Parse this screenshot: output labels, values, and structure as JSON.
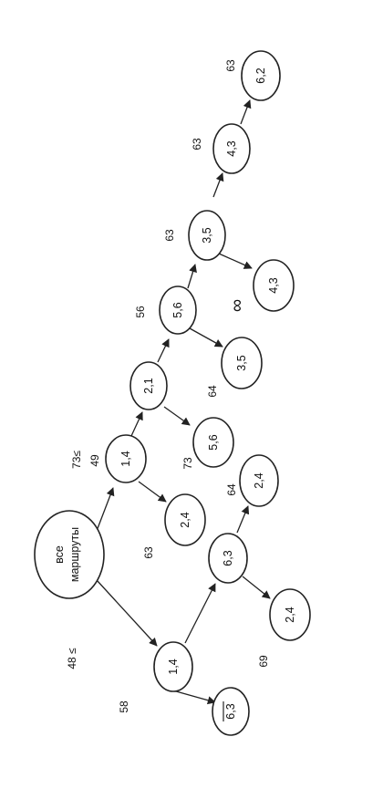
{
  "colors": {
    "ink": "#222222",
    "background": "#ffffff"
  },
  "nodes": {
    "root": {
      "line1": "все",
      "line2": "маршруты"
    },
    "n14a": "1,4",
    "n14b": "1,4",
    "n24a": "2,4",
    "n21": "2,1",
    "n56a": "5,6",
    "n56b": "5,6",
    "n35a": "3,5",
    "n35b": "3,5",
    "n43a": "4,3",
    "n43b": "4,3",
    "n62": "6,2",
    "n63a": "6,3",
    "n63b": "6,3",
    "n24b": "2,4",
    "n24c": "2,4"
  },
  "labels": {
    "l48": "48 ≤",
    "l73a": "73≤",
    "l49": "49",
    "l63a": "63",
    "l73b": "73",
    "l64a": "64",
    "l56": "56",
    "l63b": "63",
    "l63c": "63",
    "l63d": "63",
    "l58": "58",
    "l69": "69",
    "l64b": "64",
    "infinity": "∞"
  }
}
